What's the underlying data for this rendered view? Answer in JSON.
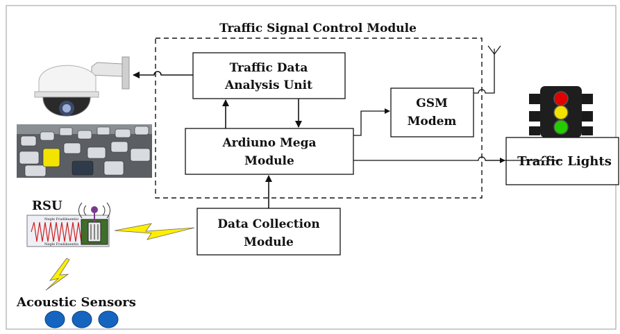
{
  "title": "Traffic Signal Control Module",
  "blocks": {
    "analysis": [
      "Traffic Data",
      "Analysis Unit"
    ],
    "arduino": [
      "Ardiuno Mega",
      "Module"
    ],
    "gsm": [
      "GSM",
      "Modem"
    ],
    "lights": "Traffic Lights",
    "collection": [
      "Data Collection",
      "Module"
    ]
  },
  "labels": {
    "rsu": "RSU",
    "sensors": "Acoustic Sensors",
    "wave_top": "Negle Fradikuentio",
    "wave_bottom": "Negle Fradikuentio"
  },
  "colors": {
    "line": "#111111",
    "sensor_fill": "#1565c0",
    "lightning": "#ffee00",
    "signal_red": "#e00000",
    "signal_yellow": "#f2e200",
    "signal_green": "#22cc00",
    "joystick": "#7a3a8a",
    "module_green": "#3f6e2a"
  },
  "icons": [
    "camera-icon",
    "traffic-photo",
    "antenna-icon",
    "traffic-signal-icon",
    "rsu-device-icon",
    "lightning-icon",
    "sensor-dot-icon"
  ]
}
